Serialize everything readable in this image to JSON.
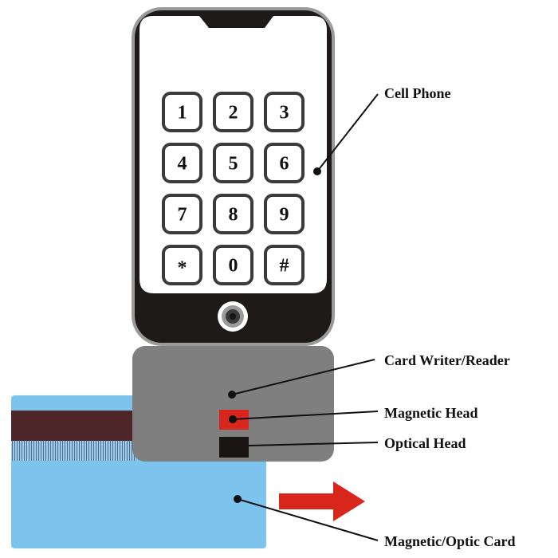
{
  "labels": {
    "cell_phone": "Cell Phone",
    "card_writer_reader": "Card Writer/Reader",
    "magnetic_head": "Magnetic Head",
    "optical_head": "Optical Head",
    "magnetic_optic_card": "Magnetic/Optic Card"
  },
  "keypad": {
    "keys": [
      "1",
      "2",
      "3",
      "4",
      "5",
      "6",
      "7",
      "8",
      "9",
      "*",
      "0",
      "#"
    ]
  },
  "colors": {
    "phone_body": "#1f1a1a",
    "phone_screen": "#ffffff",
    "reader_body": "#7f7f7f",
    "magnetic_head": "#d9261c",
    "optical_head": "#1a1515",
    "card": "#7cc4ee",
    "magnetic_stripe": "#4e2529",
    "arrow": "#d9261c"
  },
  "icons": {
    "direction_arrow": "arrow-right-icon",
    "home_button": "home-button-icon"
  }
}
